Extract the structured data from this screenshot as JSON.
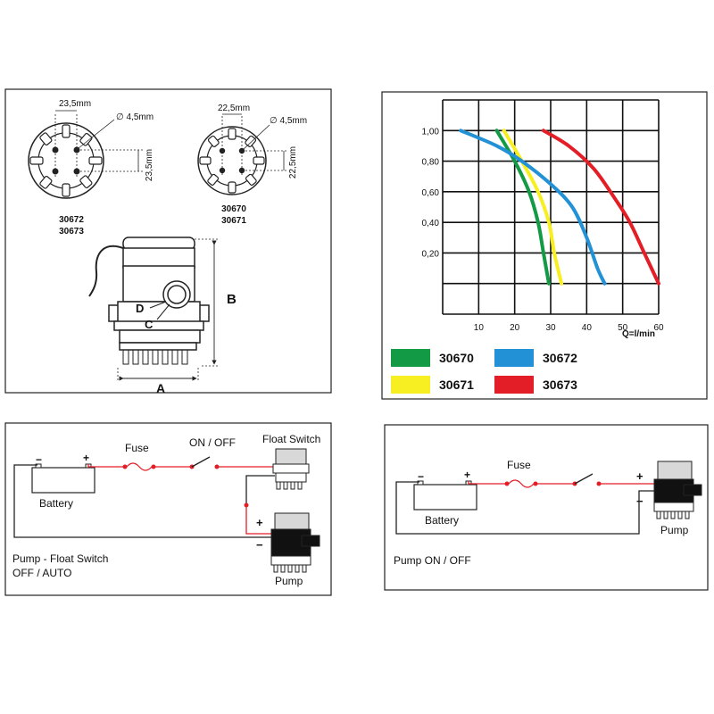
{
  "dimensions": {
    "top_left_spacing": "23,5mm",
    "top_left_hole": "∅ 4,5mm",
    "top_left_vspacing": "23,5mm",
    "top_left_models": [
      "30672",
      "30673"
    ],
    "top_right_spacing": "22,5mm",
    "top_right_hole": "∅ 4,5mm",
    "top_right_vspacing": "22,5mm",
    "top_right_models": [
      "30670",
      "30671"
    ],
    "label_a": "A",
    "label_b": "B",
    "label_c": "C",
    "label_d": "D"
  },
  "colors": {
    "green": "#129a44",
    "yellow": "#f7ef22",
    "blue": "#2291d6",
    "red": "#e41e26"
  },
  "chart_data": {
    "type": "line",
    "xlabel": "Q=l/min",
    "ylabel": "",
    "xticks": [
      10,
      20,
      30,
      40,
      50,
      60
    ],
    "yticks": [
      "1,00",
      "0,80",
      "0,60",
      "0,40",
      "0,20"
    ],
    "xlim": [
      0,
      60
    ],
    "ylim": [
      -0.2,
      1.2
    ],
    "grid": true,
    "series": [
      {
        "name": "30670",
        "color": "#129a44",
        "points": [
          [
            15,
            1.0
          ],
          [
            20,
            0.8
          ],
          [
            24,
            0.6
          ],
          [
            26.5,
            0.4
          ],
          [
            28,
            0.2
          ],
          [
            29.5,
            0.0
          ]
        ]
      },
      {
        "name": "30671",
        "color": "#f7ef22",
        "points": [
          [
            17,
            1.0
          ],
          [
            22,
            0.8
          ],
          [
            26.5,
            0.6
          ],
          [
            29.5,
            0.4
          ],
          [
            31,
            0.2
          ],
          [
            33,
            0.0
          ]
        ]
      },
      {
        "name": "30672",
        "color": "#2291d6",
        "points": [
          [
            5,
            1.0
          ],
          [
            15,
            0.9
          ],
          [
            22,
            0.8
          ],
          [
            30,
            0.65
          ],
          [
            36,
            0.5
          ],
          [
            40,
            0.3
          ],
          [
            43,
            0.1
          ],
          [
            45,
            0.0
          ]
        ]
      },
      {
        "name": "30673",
        "color": "#e41e26",
        "points": [
          [
            28,
            1.0
          ],
          [
            35,
            0.9
          ],
          [
            42,
            0.75
          ],
          [
            48,
            0.55
          ],
          [
            52,
            0.4
          ],
          [
            56,
            0.2
          ],
          [
            60,
            0.0
          ]
        ]
      }
    ]
  },
  "legend": [
    {
      "label": "30670",
      "color": "#129a44"
    },
    {
      "label": "30672",
      "color": "#2291d6"
    },
    {
      "label": "30671",
      "color": "#f7ef22"
    },
    {
      "label": "30673",
      "color": "#e41e26"
    }
  ],
  "wiring_left": {
    "minus": "−",
    "plus": "+",
    "battery": "Battery",
    "fuse": "Fuse",
    "switch": "ON / OFF",
    "float_switch": "Float Switch",
    "pump_plus": "+",
    "pump_minus": "−",
    "pump": "Pump",
    "caption_line1": "Pump - Float Switch",
    "caption_line2": "OFF / AUTO"
  },
  "wiring_right": {
    "minus": "−",
    "plus": "+",
    "battery": "Battery",
    "fuse": "Fuse",
    "pump_plus": "+",
    "pump_minus": "−",
    "pump": "Pump",
    "caption": "Pump ON / OFF"
  }
}
